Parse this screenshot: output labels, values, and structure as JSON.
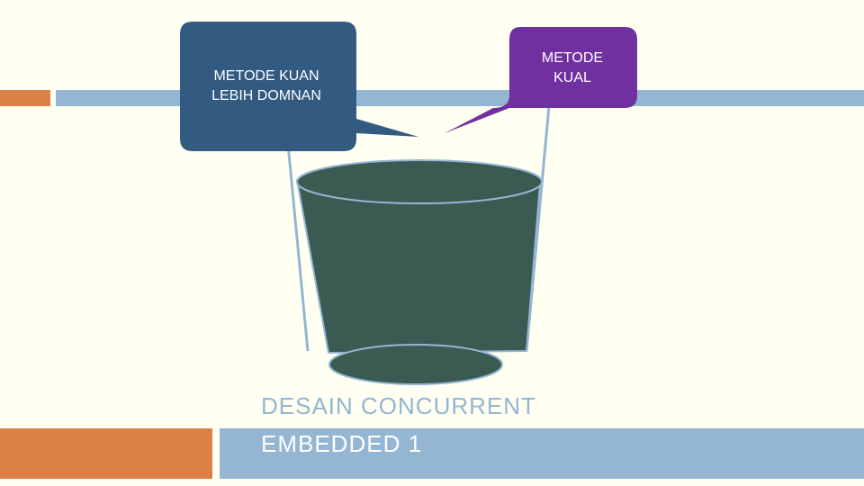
{
  "slide": {
    "callout_left": {
      "text": "METODE KUAN\nLEBIH DOMNAN",
      "color": "#335a80"
    },
    "callout_right": {
      "text": "METODE\nKUAL",
      "color": "#7030a0"
    },
    "title_hidden": "DESAIN CONCURRENT",
    "subtitle": "EMBEDDED 1"
  },
  "colors": {
    "background": "#fffff2",
    "accent_orange": "#dd8047",
    "accent_blue": "#94b6d2",
    "bucket": "#3b5a52"
  }
}
